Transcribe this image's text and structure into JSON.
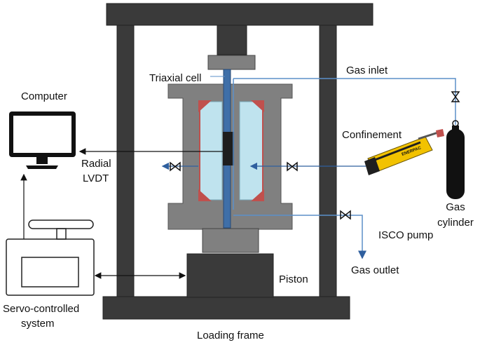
{
  "labels": {
    "triaxial_cell": "Triaxial cell",
    "gas_inlet": "Gas inlet",
    "computer": "Computer",
    "confinement": "Confinement",
    "radial": "Radial",
    "lvdt": "LVDT",
    "gas": "Gas",
    "cylinder": "cylinder",
    "isco_pump": "ISCO pump",
    "gas_outlet": "Gas outlet",
    "piston": "Piston",
    "servo_controlled": "Servo-controlled",
    "system": "system",
    "loading_frame": "Loading frame",
    "pump_brand": "ENERPAC"
  },
  "colors": {
    "frame": "#3a3a3a",
    "cell_body": "#808080",
    "fluid": "#bfe3ee",
    "seal": "#c0504d",
    "gas_line": "#5b8fc9",
    "pump_yellow": "#f2c200",
    "cylinder_body": "#111111"
  },
  "icons": [
    "computer-monitor-icon",
    "gas-cylinder-icon",
    "hydraulic-pump-icon",
    "valve-icon"
  ]
}
